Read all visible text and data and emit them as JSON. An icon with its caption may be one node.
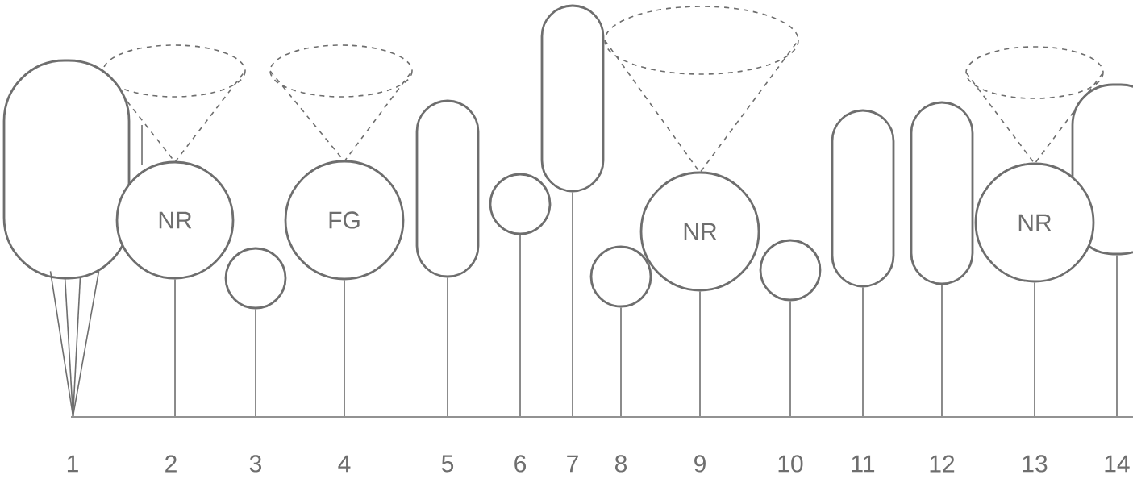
{
  "diagram": {
    "nodes": [
      {
        "text": [],
        "shape": "box"
      },
      {
        "text": [
          "NR"
        ]
      },
      {
        "text": [],
        "shape": "circle"
      },
      {
        "text": [
          "FG"
        ]
      },
      {
        "text": [],
        "shape": "box"
      },
      {
        "text": [],
        "shape": "circle"
      },
      {
        "text": [],
        "shape": "box"
      },
      {
        "text": [],
        "shape": "circle"
      },
      {
        "text": [
          "NR"
        ]
      },
      {
        "text": [],
        "shape": "circle"
      },
      {
        "text": [],
        "shape": "box"
      },
      {
        "text": [],
        "shape": "box"
      },
      {
        "text": [
          "NR"
        ]
      },
      {
        "text": [],
        "shape": "box"
      },
      {
        "text": [],
        "shape": "bar"
      }
    ],
    "edges": [
      {
        "from": 0,
        "to": 14,
        "arrow": "none"
      },
      {
        "from": 0,
        "to": 14,
        "arrow": "none"
      },
      {
        "from": 0,
        "to": 14,
        "arrow": "none"
      },
      {
        "from": 0,
        "to": 14,
        "arrow": "none"
      },
      {
        "from": 1,
        "to": 14,
        "arrow": "none"
      },
      {
        "from": 2,
        "to": 14,
        "arrow": "none"
      },
      {
        "from": 3,
        "to": 14,
        "arrow": "none"
      },
      {
        "from": 4,
        "to": 14,
        "arrow": "none"
      },
      {
        "from": 5,
        "to": 14,
        "arrow": "none"
      },
      {
        "from": 6,
        "to": 14,
        "arrow": "none"
      },
      {
        "from": 7,
        "to": 14,
        "arrow": "none"
      },
      {
        "from": 8,
        "to": 14,
        "arrow": "none"
      },
      {
        "from": 9,
        "to": 14,
        "arrow": "none"
      },
      {
        "from": 10,
        "to": 14,
        "arrow": "none"
      },
      {
        "from": 11,
        "to": 14,
        "arrow": "none"
      },
      {
        "from": 12,
        "to": 14,
        "arrow": "none"
      },
      {
        "from": 13,
        "to": 14,
        "arrow": "none"
      }
    ],
    "labels": [
      "1",
      "2",
      "3",
      "4",
      "5",
      "6",
      "7",
      "8",
      "9",
      "10",
      "11",
      "12",
      "13",
      "14"
    ]
  }
}
